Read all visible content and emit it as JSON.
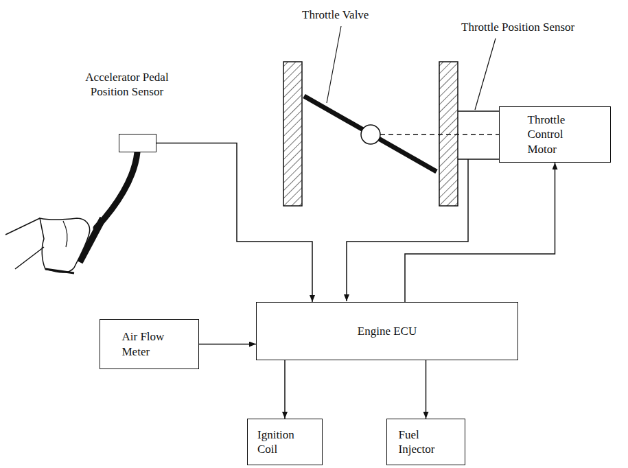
{
  "diagram": {
    "nodes": [
      {
        "text": [
          "Accelerator Pedal Position Sensor"
        ]
      },
      {
        "text": [
          "Throttle Control Motor"
        ]
      },
      {
        "text": [
          "Air Flow Meter"
        ]
      },
      {
        "text": [
          "Engine ECU"
        ]
      },
      {
        "text": [
          "Ignition Coil"
        ]
      },
      {
        "text": [
          "Fuel Injector"
        ]
      }
    ],
    "edges": [
      {
        "from": 0,
        "to": 3,
        "arrow": "to"
      },
      {
        "from": 3,
        "to": 1,
        "arrow": "to"
      },
      {
        "from": 2,
        "to": 3,
        "arrow": "to"
      },
      {
        "from": 3,
        "to": 4,
        "arrow": "to"
      },
      {
        "from": 3,
        "to": 5,
        "arrow": "to"
      }
    ],
    "labels": [
      "Throttle Valve",
      "Throttle Position Sensor"
    ]
  }
}
